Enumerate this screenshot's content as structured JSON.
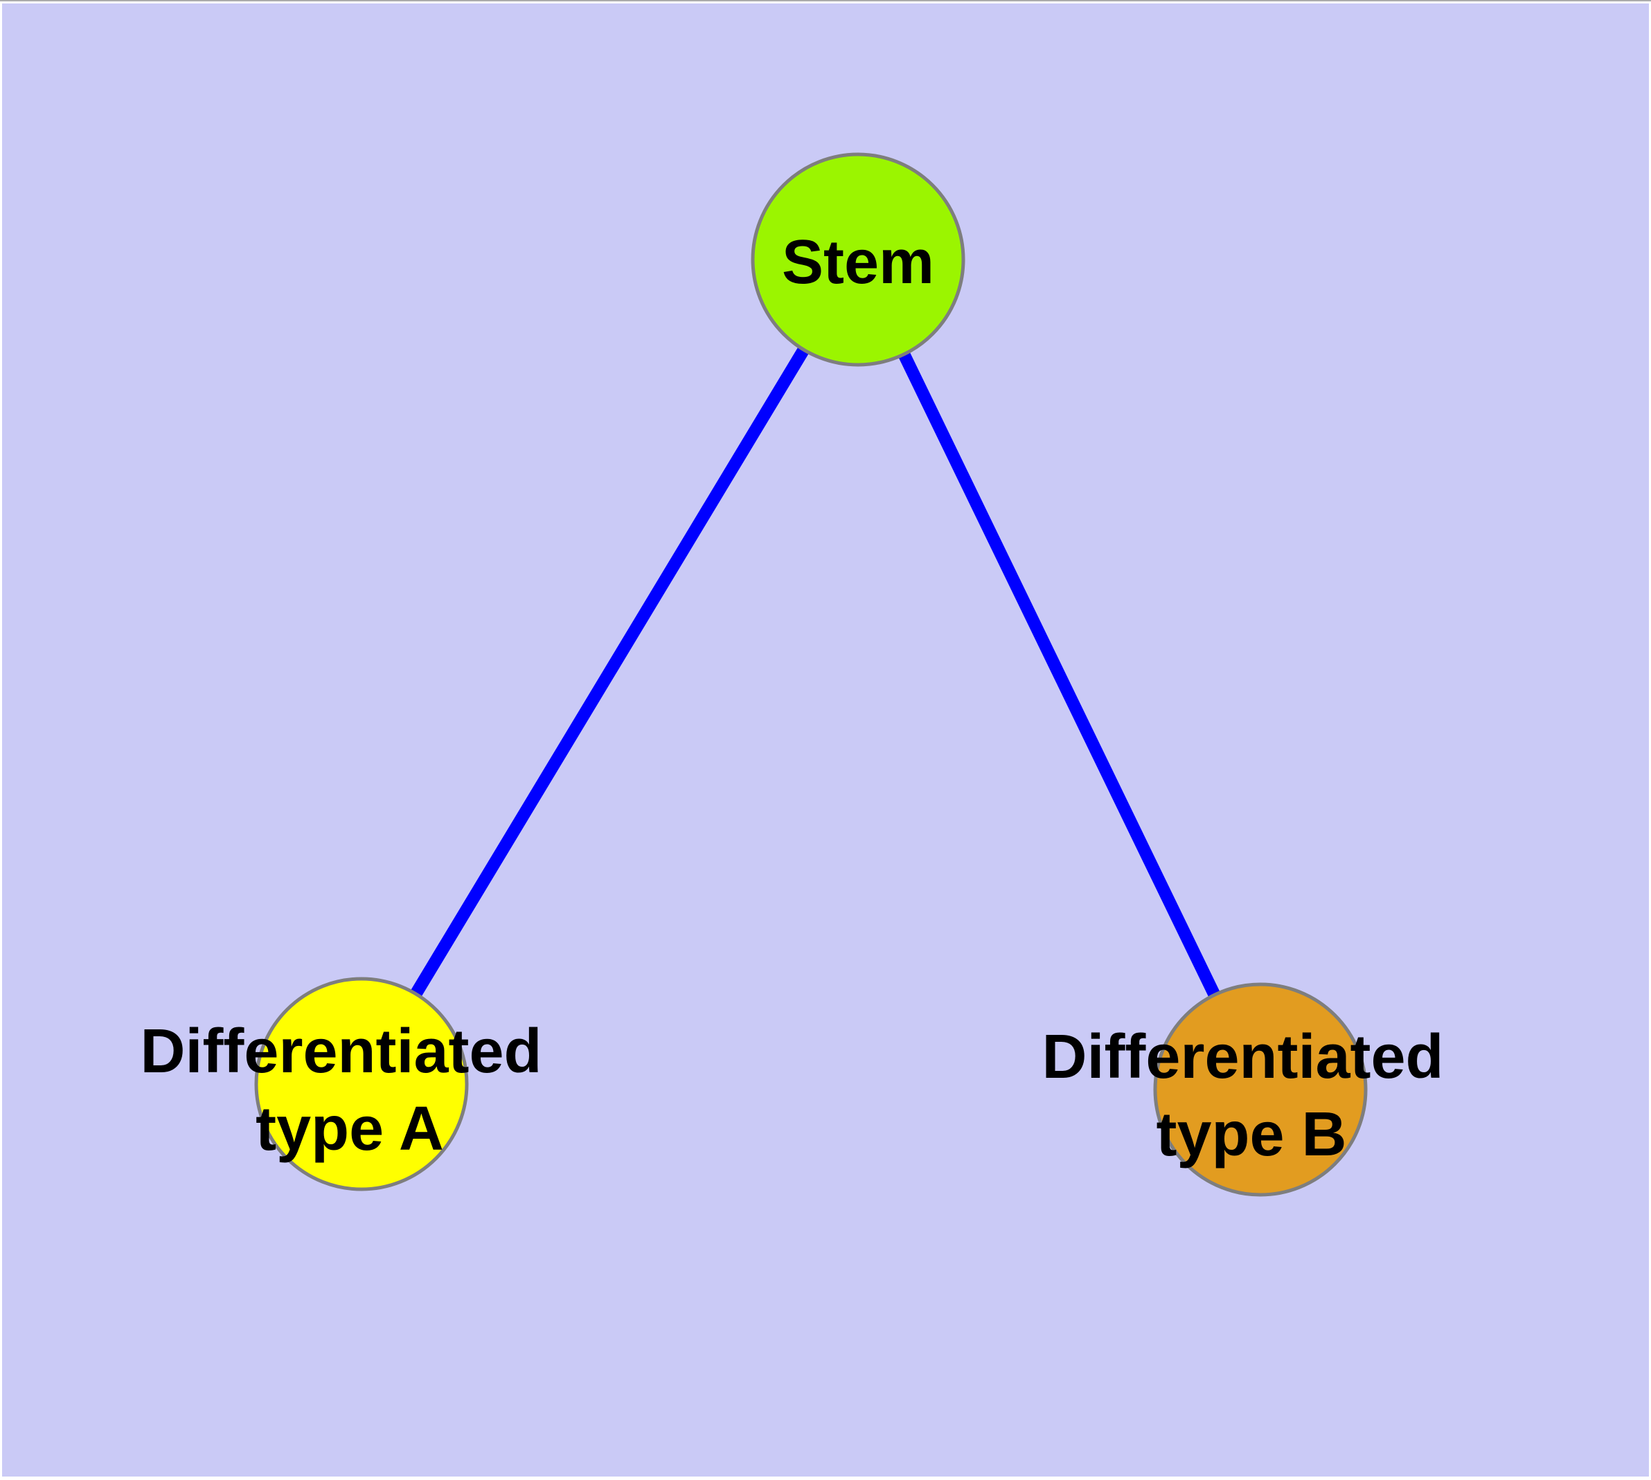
{
  "diagram": {
    "type": "node-link-tree",
    "colors": {
      "background": "#CACAF6",
      "page_margin": "#FFFFFF",
      "top_hairline": "#ACACAC",
      "edge": "#0000FF",
      "node_border": "#7E7E7E",
      "label": "#000000",
      "stem_fill": "#9BF500",
      "type_a_fill": "#FFFF00",
      "type_b_fill": "#E29C20"
    },
    "nodes": [
      {
        "id": "stem",
        "label": "Stem",
        "line1": "Stem",
        "line2": "",
        "fill": "#9BF500"
      },
      {
        "id": "differentiated-type-a",
        "label": "Differentiated type A",
        "line1": "Differentiated",
        "line2": "type A",
        "fill": "#FFFF00"
      },
      {
        "id": "differentiated-type-b",
        "label": "Differentiated type B",
        "line1": "Differentiated",
        "line2": "type B",
        "fill": "#E29C20"
      }
    ],
    "edges": [
      {
        "from": "Stem",
        "to": "Differentiated type A"
      },
      {
        "from": "Stem",
        "to": "Differentiated type B"
      }
    ]
  }
}
